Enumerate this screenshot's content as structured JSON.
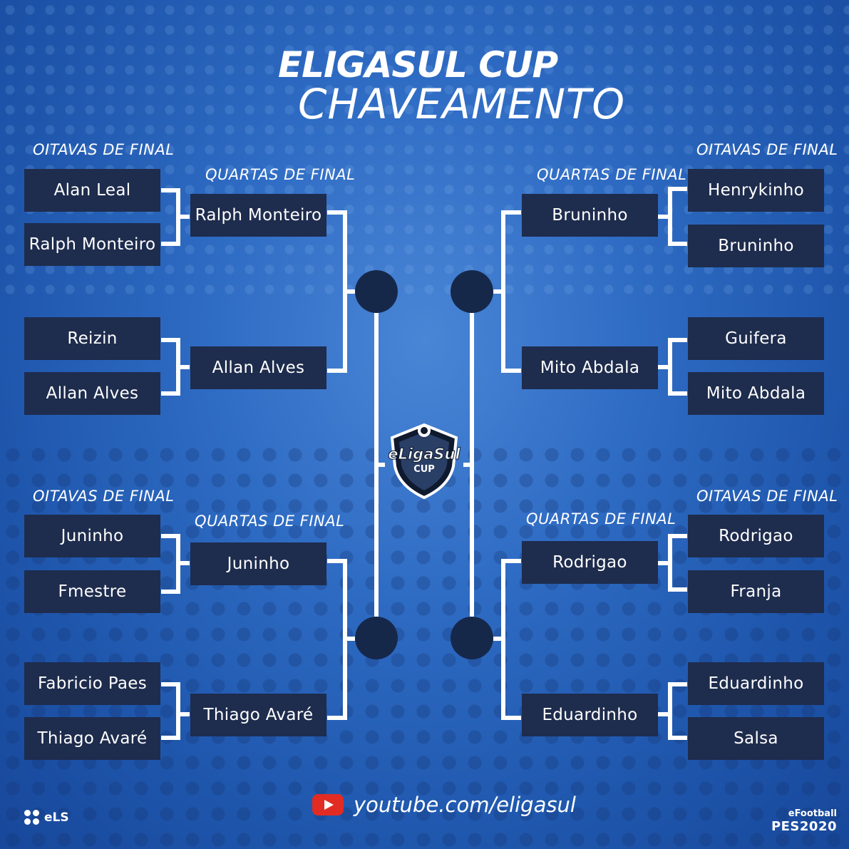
{
  "title": "ELIGASUL CUP",
  "subtitle": "CHAVEAMENTO",
  "labels": {
    "round16": "OITAVAS DE FINAL",
    "quarters": "QUARTAS DE FINAL"
  },
  "left_top": {
    "r16": [
      "Alan Leal",
      "Ralph Monteiro",
      "Reizin",
      "Allan Alves"
    ],
    "qf": [
      "Ralph Monteiro",
      "Allan Alves"
    ]
  },
  "left_bottom": {
    "r16": [
      "Juninho",
      "Fmestre",
      "Fabricio Paes",
      "Thiago Avaré"
    ],
    "qf": [
      "Juninho",
      "Thiago Avaré"
    ]
  },
  "right_top": {
    "r16": [
      "Henrykinho",
      "Bruninho",
      "Guifera",
      "Mito Abdala"
    ],
    "qf": [
      "Bruninho",
      "Mito Abdala"
    ]
  },
  "right_bottom": {
    "r16": [
      "Rodrigao",
      "Franja",
      "Eduardinho",
      "Salsa"
    ],
    "qf": [
      "Rodrigao",
      "Eduardinho"
    ]
  },
  "logo": {
    "text": "eLigaSul",
    "sub": "CUP"
  },
  "footer": {
    "youtube": "youtube.com/eligasul",
    "els": "eLS",
    "brand_line1": "eFootball",
    "brand_line2": "PES2020"
  },
  "colors": {
    "box": "#1e2c4d",
    "line": "#ffffff",
    "youtube_red": "#e22b22"
  }
}
